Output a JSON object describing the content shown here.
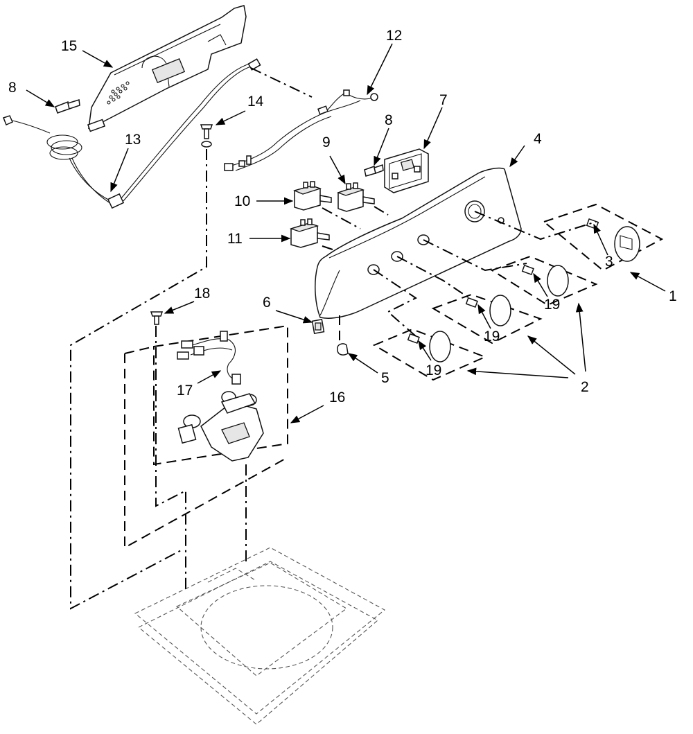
{
  "labels": {
    "p1": "1",
    "p2": "2",
    "p3": "3",
    "p4": "4",
    "p5": "5",
    "p6": "6",
    "p7": "7",
    "p8a": "8",
    "p8b": "8",
    "p9": "9",
    "p10": "10",
    "p11": "11",
    "p12": "12",
    "p13": "13",
    "p14": "14",
    "p15": "15",
    "p16": "16",
    "p17": "17",
    "p18": "18",
    "p19a": "19",
    "p19b": "19",
    "p19c": "19"
  }
}
